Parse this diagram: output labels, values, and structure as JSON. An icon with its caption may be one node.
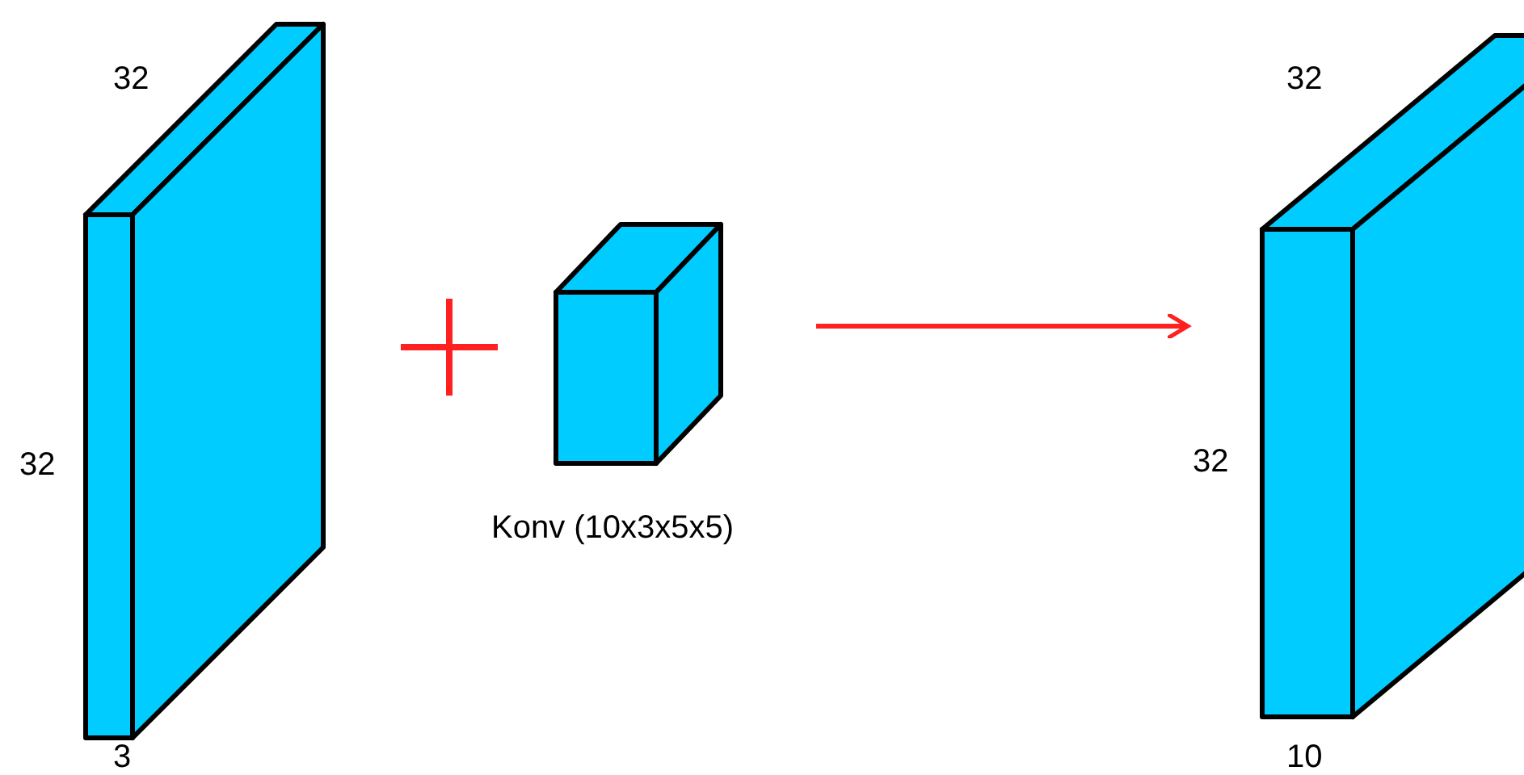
{
  "diagram": {
    "nodes": [
      {
        "text": [],
        "shape": "box",
        "beside": [
          "32",
          "32",
          "3"
        ]
      },
      {
        "text": [],
        "shape": "box",
        "beside": [
          "Konv (10x3x5x5)"
        ]
      },
      {
        "text": [],
        "shape": "box",
        "beside": [
          "32",
          "32",
          "10"
        ]
      }
    ],
    "edges": [
      {
        "from": 1,
        "to": 2,
        "arrow": "to",
        "color": "#ff2020"
      }
    ]
  }
}
